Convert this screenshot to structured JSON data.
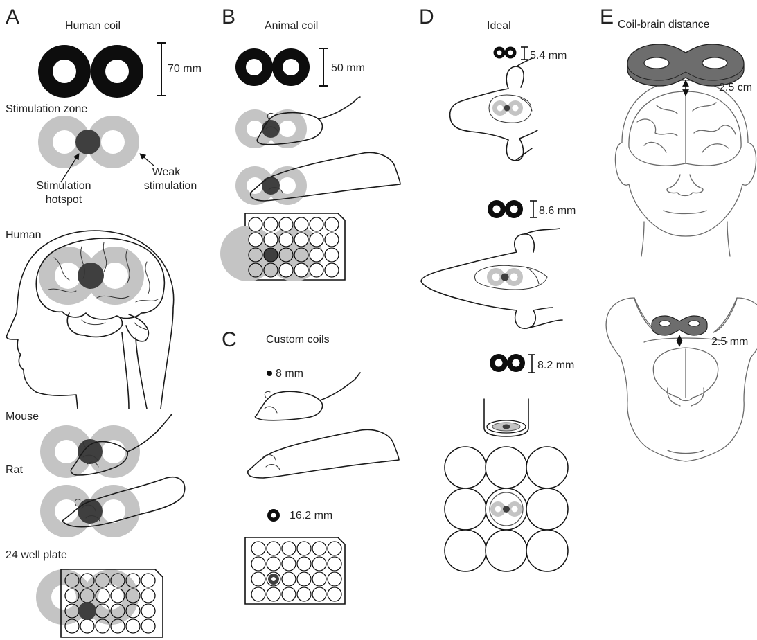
{
  "panels": {
    "a": {
      "letter": "A",
      "title": "Human coil",
      "scale": "70 mm",
      "stim_zone": "Stimulation zone",
      "hotspot_line1": "Stimulation",
      "hotspot_line2": "hotspot",
      "weak_line1": "Weak",
      "weak_line2": "stimulation",
      "human": "Human",
      "mouse": "Mouse",
      "rat": "Rat",
      "plate": "24 well plate"
    },
    "b": {
      "letter": "B",
      "title": "Animal coil",
      "scale": "50 mm"
    },
    "c": {
      "letter": "C",
      "title": "Custom coils",
      "size_small": "8 mm",
      "size_large": "16.2 mm"
    },
    "d": {
      "letter": "D",
      "title": "Ideal",
      "scale_mouse": "5.4 mm",
      "scale_rat": "8.6 mm",
      "scale_plate": "8.2 mm"
    },
    "e": {
      "letter": "E",
      "title": "Coil-brain distance",
      "human_distance": "2.5 cm",
      "rat_distance": "2.5 mm"
    }
  },
  "colors": {
    "coil": "#0d0d0d",
    "field_light": "#c4c4c4",
    "hotspot": "#3f3f3f",
    "coil_grey": "#6d6d6d"
  },
  "icons": [
    "figure-8-coil-icon",
    "brain-icon",
    "mouse-icon",
    "rat-icon",
    "well-plate-icon",
    "head-icon",
    "arrow-icon"
  ]
}
